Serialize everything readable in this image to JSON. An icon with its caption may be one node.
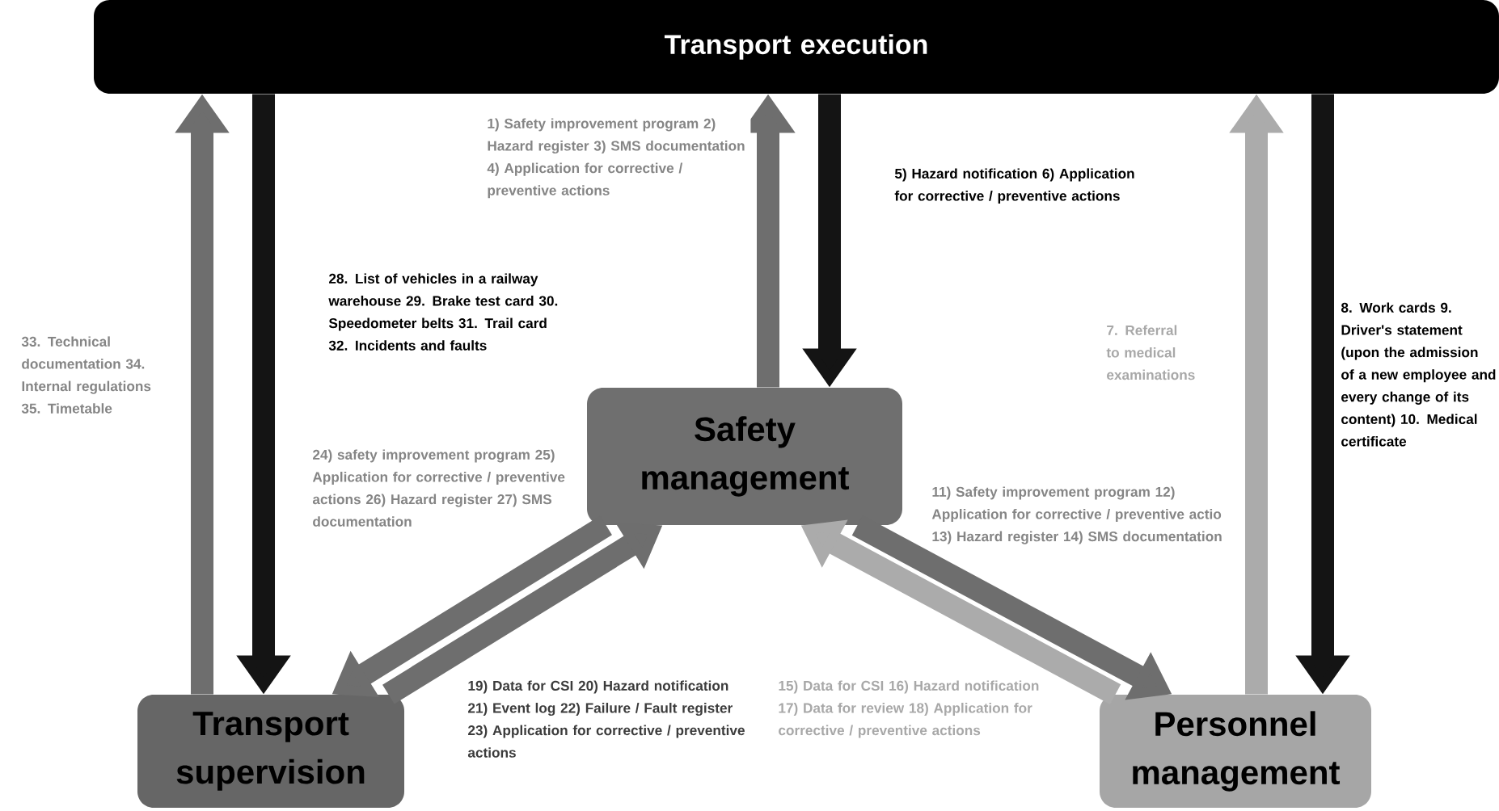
{
  "diagram": {
    "nodes": [
      {
        "text": [
          "Transport execution"
        ]
      },
      {
        "text": [
          "Safety management"
        ]
      },
      {
        "text": [
          "Transport supervision"
        ]
      },
      {
        "text": [
          "Personnel management"
        ]
      }
    ],
    "edges": [
      {
        "from": 2,
        "to": 0,
        "arrow": "to",
        "label": "33. Technical documentation 34. Internal regulations 35. Timetable"
      },
      {
        "from": 0,
        "to": 2,
        "arrow": "to",
        "color": "#141414",
        "label": "28. List of vehicles in a railway warehouse 29. Brake test card 30. Speedometer belts 31. Trail card 32. Incidents and faults"
      },
      {
        "from": 1,
        "to": 0,
        "arrow": "to",
        "label": "1) Safety improvement program 2) Hazard register 3) SMS documentation 4) Application for corrective / preventive actions"
      },
      {
        "from": 0,
        "to": 1,
        "arrow": "to",
        "color": "#141414",
        "label": "5) Hazard notification 6) Application for corrective / preventive actions"
      },
      {
        "from": 3,
        "to": 0,
        "arrow": "to",
        "color": "#ababab",
        "label": "7. Referral to medical examinations"
      },
      {
        "from": 0,
        "to": 3,
        "arrow": "to",
        "color": "#141414",
        "label": "8. Work cards 9. Driver's statement (upon the admission of a new employee and every change of its content) 10. Medical certificate"
      },
      {
        "from": 1,
        "to": 2,
        "arrow": "to",
        "label": "24) safety improvement program 25) Application for corrective / preventive actions 26) Hazard register 27) SMS documentation"
      },
      {
        "from": 2,
        "to": 1,
        "arrow": "to",
        "label": "19) Data for CSI 20) Hazard notification 21) Event log 22) Failure / Fault register 23) Application for corrective / preventive actions"
      },
      {
        "from": 1,
        "to": 3,
        "arrow": "to",
        "label": "11) Safety improvement program 12) Application for corrective / preventive actio 13) Hazard register 14) SMS documentation"
      },
      {
        "from": 3,
        "to": 1,
        "arrow": "to",
        "color": "#ababab",
        "label": "15) Data for CSI 16) Hazard notification 17) Data for review 18) Application for corrective / preventive actions"
      }
    ]
  }
}
